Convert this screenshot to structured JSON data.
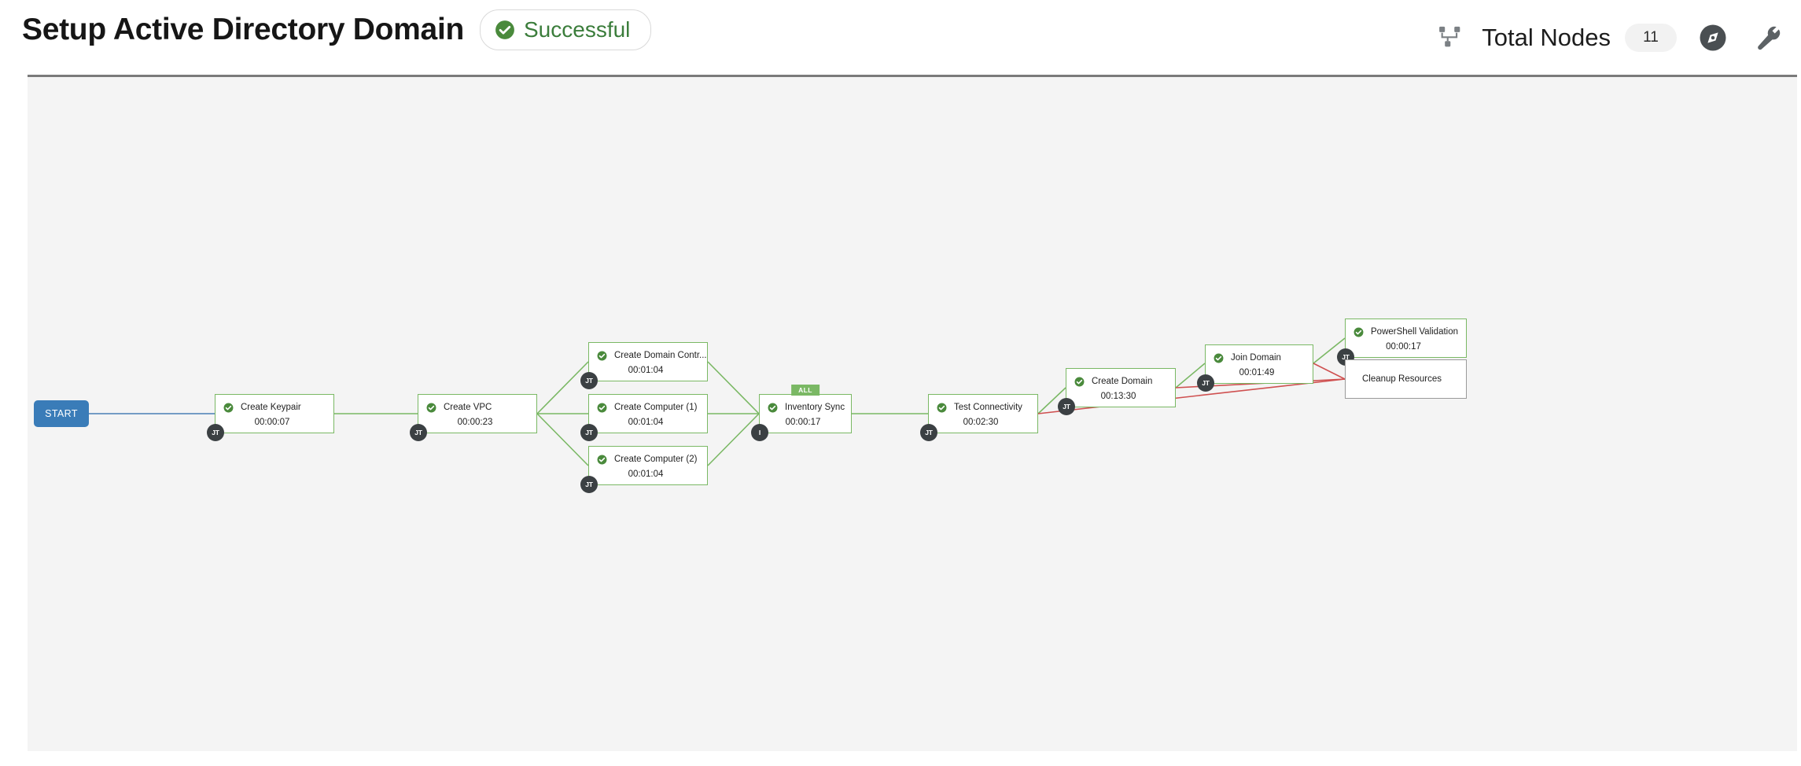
{
  "header": {
    "title": "Setup Active Directory Domain",
    "status_label": "Successful",
    "status_color": "#3b7d3b",
    "nodes_icon": "sitemap-icon",
    "nodes_label": "Total Nodes",
    "nodes_count": "11",
    "compass_icon": "compass-icon",
    "wrench_icon": "wrench-icon"
  },
  "graph": {
    "start_label": "START",
    "start_color": "#3a7cb8",
    "success_border": "#7ab864",
    "pending_border": "#9a9a9a",
    "edge_success_color": "#7ab864",
    "edge_failure_color": "#cf5050",
    "edge_start_color": "#4a7fb5",
    "badge_color": "#3b4043",
    "nodes": [
      {
        "id": "create-keypair",
        "label": "Create Keypair",
        "time": "00:00:07",
        "status": "success",
        "badge": "JT",
        "tag": null
      },
      {
        "id": "create-vpc",
        "label": "Create VPC",
        "time": "00:00:23",
        "status": "success",
        "badge": "JT",
        "tag": null
      },
      {
        "id": "create-domain-contr",
        "label": "Create Domain Contr...",
        "time": "00:01:04",
        "status": "success",
        "badge": "JT",
        "tag": null
      },
      {
        "id": "create-computer-1",
        "label": "Create Computer (1)",
        "time": "00:01:04",
        "status": "success",
        "badge": "JT",
        "tag": null
      },
      {
        "id": "create-computer-2",
        "label": "Create Computer (2)",
        "time": "00:01:04",
        "status": "success",
        "badge": "JT",
        "tag": null
      },
      {
        "id": "inventory-sync",
        "label": "Inventory Sync",
        "time": "00:00:17",
        "status": "success",
        "badge": "I",
        "tag": "ALL"
      },
      {
        "id": "test-connectivity",
        "label": "Test Connectivity",
        "time": "00:02:30",
        "status": "success",
        "badge": "JT",
        "tag": null
      },
      {
        "id": "create-domain",
        "label": "Create Domain",
        "time": "00:13:30",
        "status": "success",
        "badge": "JT",
        "tag": null
      },
      {
        "id": "join-domain",
        "label": "Join Domain",
        "time": "00:01:49",
        "status": "success",
        "badge": "JT",
        "tag": null
      },
      {
        "id": "powershell-validation",
        "label": "PowerShell Validation",
        "time": "00:00:17",
        "status": "success",
        "badge": "JT",
        "tag": null
      },
      {
        "id": "cleanup-resources",
        "label": "Cleanup Resources",
        "time": "",
        "status": "pending",
        "badge": null,
        "tag": null
      }
    ]
  }
}
